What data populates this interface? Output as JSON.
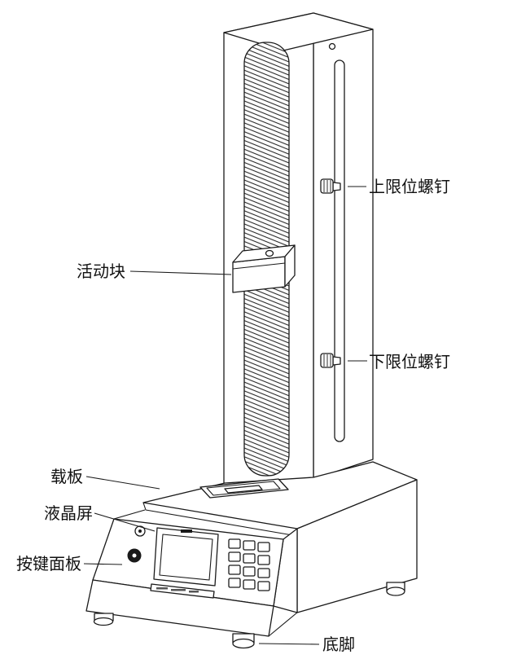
{
  "background": "#ffffff",
  "line_color": "#1a1a1a",
  "labels": {
    "movable_block": "活动块",
    "upper_limit_screw": "上限位螺钉",
    "lower_limit_screw": "下限位螺钉",
    "load_plate": "载板",
    "lcd_screen": "液晶屏",
    "key_panel": "按键面板",
    "bottom_foot": "底脚"
  }
}
